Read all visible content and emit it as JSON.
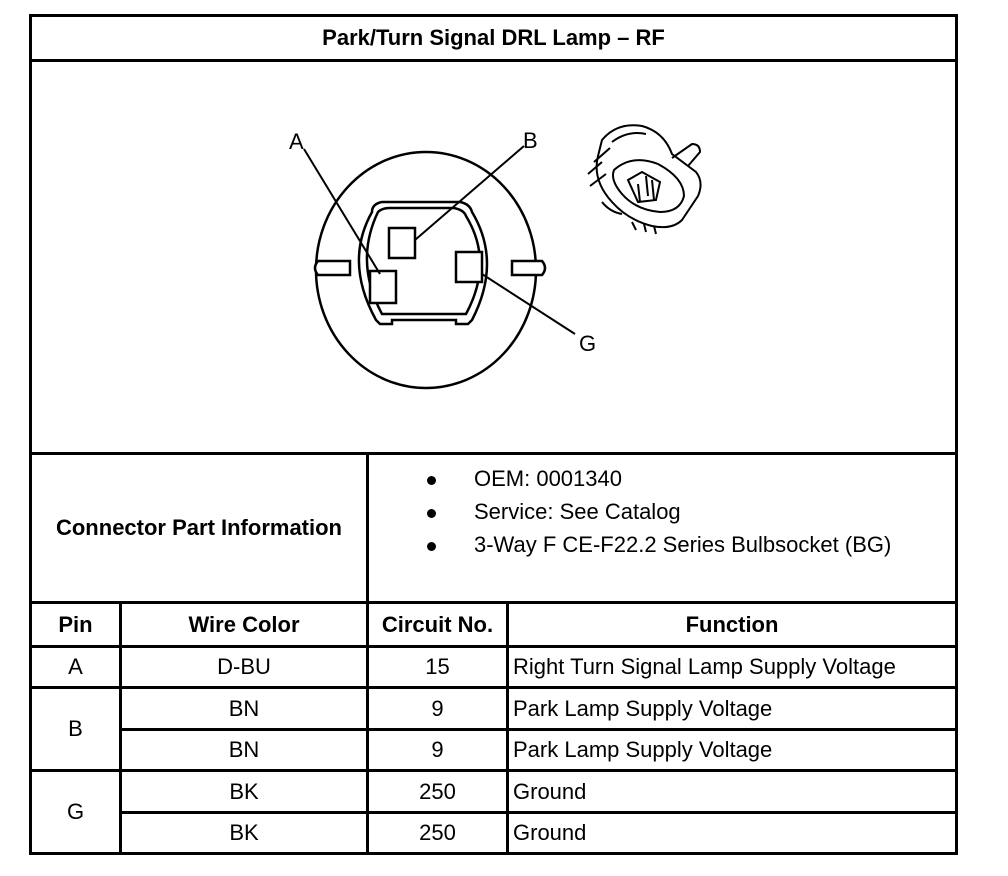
{
  "title": "Park/Turn Signal DRL Lamp – RF",
  "diagram": {
    "pin_labels": [
      "A",
      "B",
      "G"
    ]
  },
  "connector_info": {
    "label": "Connector Part Information",
    "items": [
      "OEM: 0001340",
      "Service: See Catalog",
      "3-Way F CE-F22.2 Series Bulbsocket (BG)"
    ]
  },
  "table": {
    "headers": [
      "Pin",
      "Wire Color",
      "Circuit No.",
      "Function"
    ],
    "groups": [
      {
        "pin": "A",
        "rows": [
          {
            "wire_color": "D-BU",
            "circuit": "15",
            "function": "Right Turn Signal Lamp Supply Voltage"
          }
        ]
      },
      {
        "pin": "B",
        "rows": [
          {
            "wire_color": "BN",
            "circuit": "9",
            "function": "Park Lamp Supply Voltage"
          },
          {
            "wire_color": "BN",
            "circuit": "9",
            "function": "Park Lamp Supply Voltage"
          }
        ]
      },
      {
        "pin": "G",
        "rows": [
          {
            "wire_color": "BK",
            "circuit": "250",
            "function": "Ground"
          },
          {
            "wire_color": "BK",
            "circuit": "250",
            "function": "Ground"
          }
        ]
      }
    ]
  }
}
